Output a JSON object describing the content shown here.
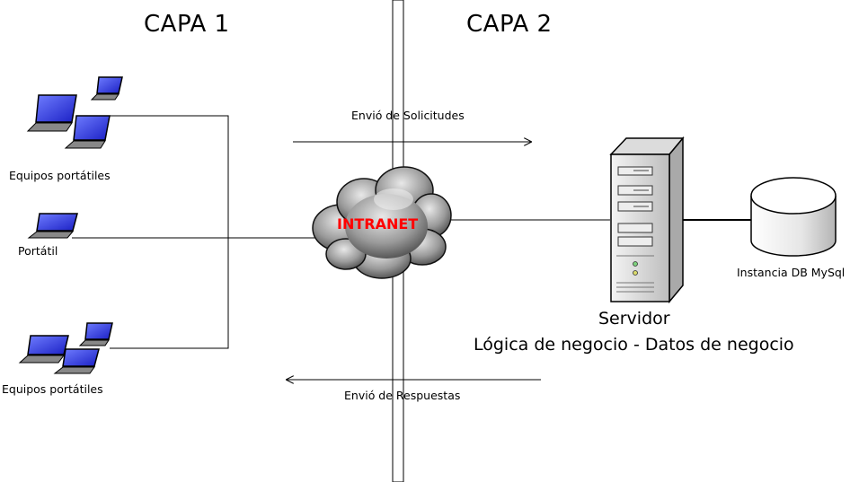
{
  "layers": {
    "layer1_title": "CAPA 1",
    "layer2_title": "CAPA 2"
  },
  "clients": {
    "group_top_label": "Equipos portátiles",
    "single_label": "Portátil",
    "group_bottom_label": "Equipos portátiles"
  },
  "network": {
    "cloud_label": "INTRANET",
    "cloud_label_color": "#ff0000"
  },
  "flows": {
    "request_label": "Envió de Solicitudes",
    "response_label": "Envió de Respuestas"
  },
  "server": {
    "title": "Servidor",
    "subtitle": "Lógica de negocio - Datos de negocio"
  },
  "database": {
    "label": "Instancia DB MySql"
  },
  "icons": [
    "laptop-icon",
    "cloud-icon",
    "server-tower-icon",
    "database-cylinder-icon"
  ]
}
